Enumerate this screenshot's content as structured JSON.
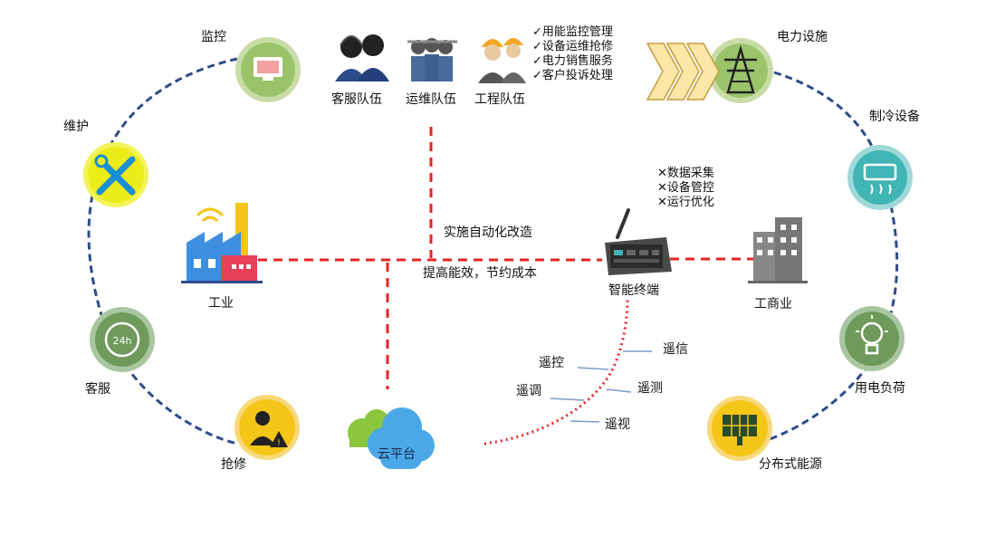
{
  "ring_nodes": {
    "monitor": "监控",
    "maintain": "维护",
    "service": "客服",
    "repair": "抢修",
    "power_facility": "电力设施",
    "cooling": "制冷设备",
    "load": "用电负荷",
    "distributed": "分布式能源"
  },
  "teams": {
    "customer": "客服队伍",
    "operations": "运维队伍",
    "engineering": "工程队伍"
  },
  "team_duties": [
    "用能监控管理",
    "设备运维抢修",
    "电力销售服务",
    "客户投诉处理"
  ],
  "terminal_functions": [
    "数据采集",
    "设备管控",
    "运行优化"
  ],
  "center": {
    "industry": "工业",
    "commerce": "工商业",
    "terminal": "智能终端",
    "cloud": "云平台",
    "auto_text": "实施自动化改造",
    "efficiency_text": "提高能效，节约成本"
  },
  "remote": {
    "signal": "遥信",
    "control": "遥控",
    "measure": "遥测",
    "adjust": "遥调",
    "video": "遥视"
  },
  "colors": {
    "ring_dash": "#2e4b8a",
    "red_dash": "#e32424",
    "green_node": "#9bc46a",
    "teal_node": "#3fb5b5",
    "yellow_node": "#f5c518",
    "gray_green_node": "#6f9a5c"
  }
}
